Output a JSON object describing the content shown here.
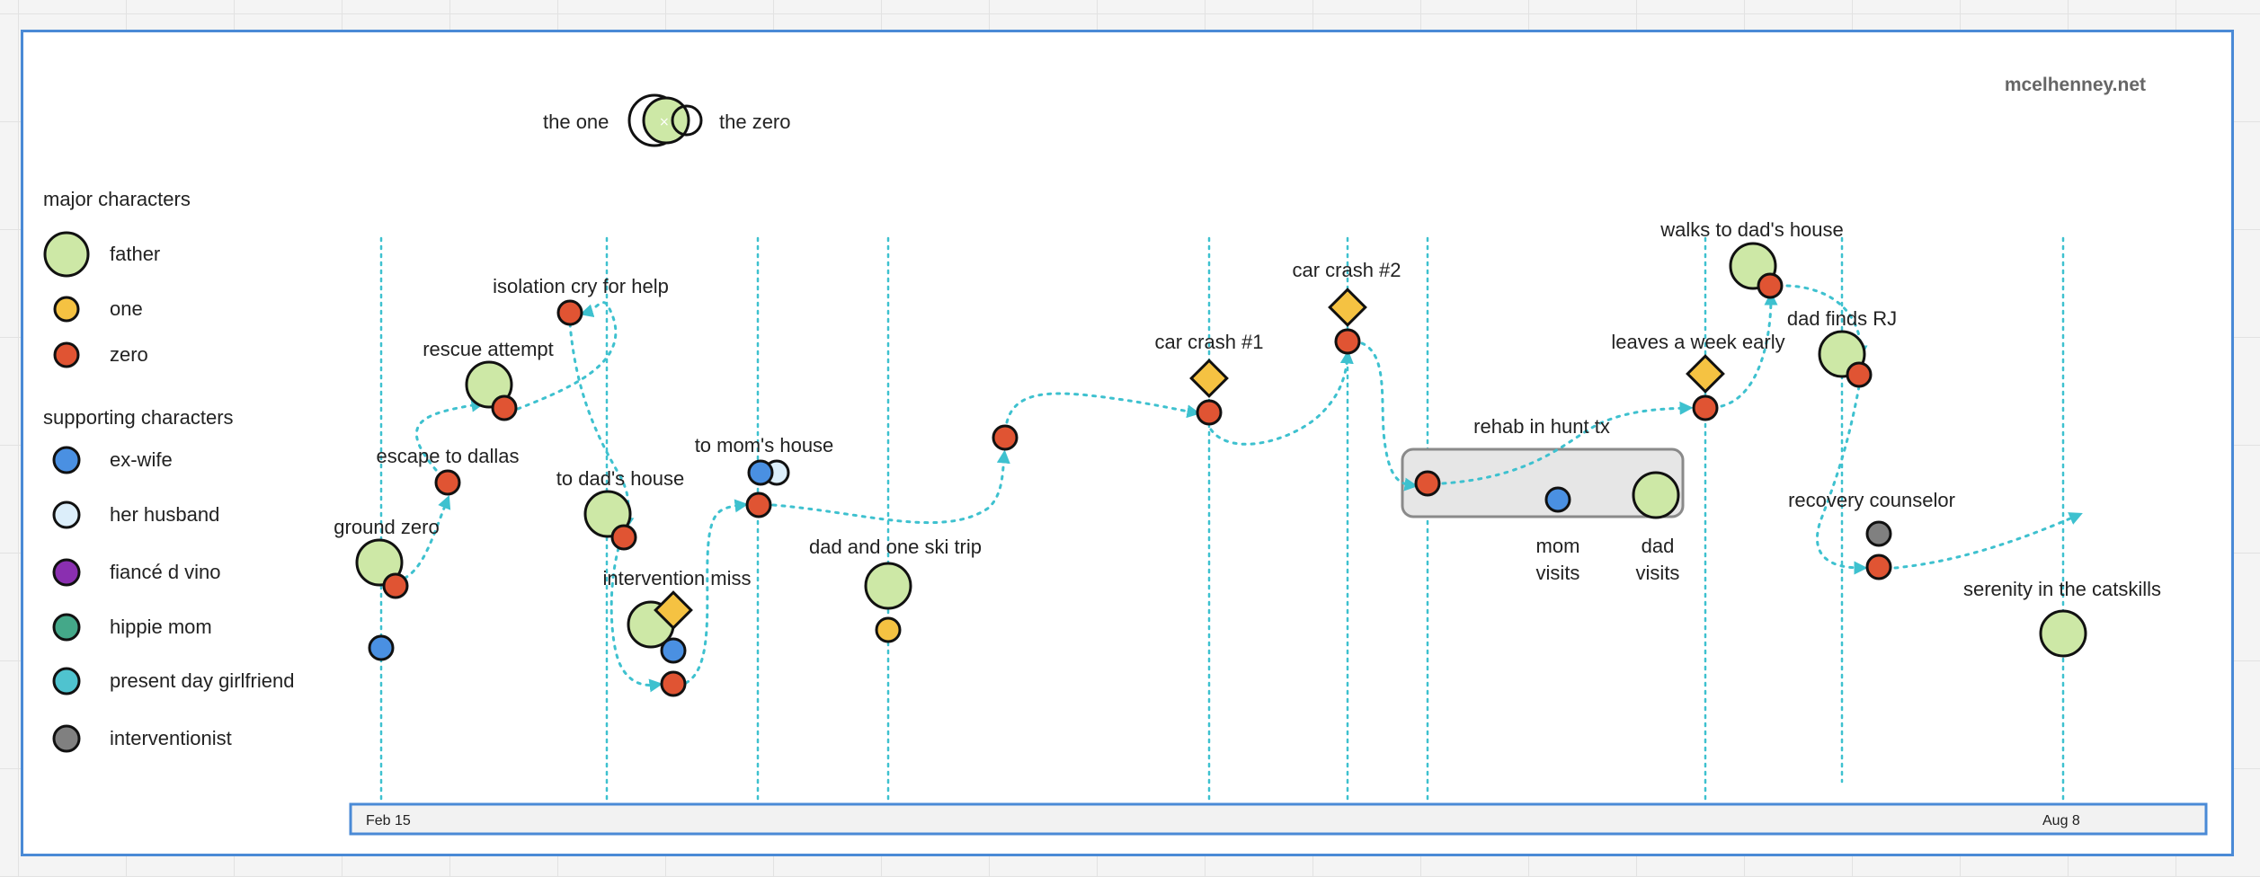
{
  "brand": "mcelhenney.net",
  "venn": {
    "left_label": "the one",
    "right_label": "the zero"
  },
  "legend": {
    "major_title": "major characters",
    "major": [
      {
        "label": "father",
        "color": "#cde8a6",
        "shape": "large-circle"
      },
      {
        "label": "one",
        "color": "#f5c242",
        "shape": "circle"
      },
      {
        "label": "zero",
        "color": "#e05433",
        "shape": "circle"
      }
    ],
    "supporting_title": "supporting characters",
    "supporting": [
      {
        "label": "ex-wife",
        "color": "#4a90e2"
      },
      {
        "label": "her husband",
        "color": "#dceefa"
      },
      {
        "label": "fiancé d vino",
        "color": "#8a2fb0"
      },
      {
        "label": "hippie mom",
        "color": "#44a889"
      },
      {
        "label": "present day girlfriend",
        "color": "#4fc3cf"
      },
      {
        "label": "interventionist",
        "color": "#808080"
      }
    ]
  },
  "events": {
    "ground_zero": "ground zero",
    "escape_to_dallas": "escape to dallas",
    "rescue_attempt": "rescue attempt",
    "isolation": "isolation cry for help",
    "to_dads_house": "to dad's house",
    "intervention_miss": "intervention miss",
    "to_moms_house": "to mom's house",
    "ski_trip": "dad and one ski trip",
    "car_crash_1": "car crash #1",
    "car_crash_2": "car crash #2",
    "rehab": "rehab in hunt tx",
    "mom_visits_1": "mom",
    "mom_visits_2": "visits",
    "dad_visits_1": "dad",
    "dad_visits_2": "visits",
    "leaves_early": "leaves a week early",
    "walks_to_dads": "walks to dad's house",
    "dad_finds_rj": "dad finds RJ",
    "recovery_counselor": "recovery counselor",
    "serenity": "serenity in the catskills"
  },
  "timeline": {
    "start_label": "Feb 15",
    "end_label": "Aug 8"
  },
  "colors": {
    "father": "#cde8a6",
    "one": "#f5c242",
    "zero": "#e05433",
    "ex_wife": "#4a90e2",
    "interventionist": "#808080",
    "flow": "#3ec1cf",
    "frame": "#4a8ad6"
  }
}
